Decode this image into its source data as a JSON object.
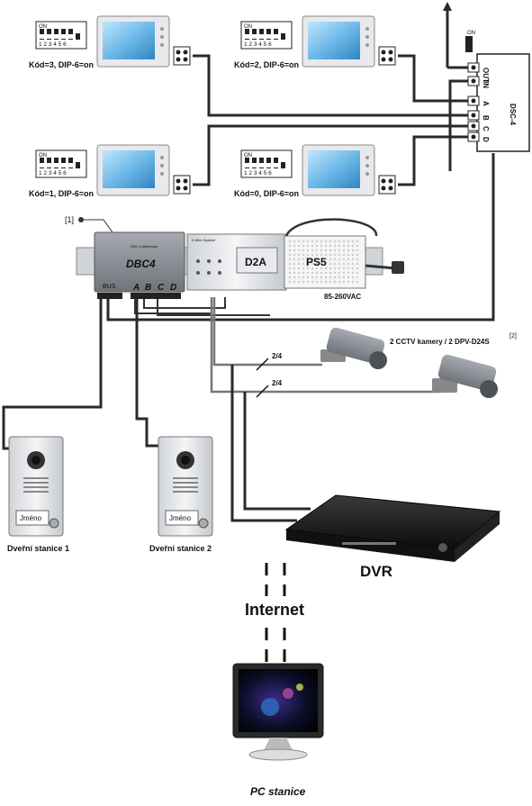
{
  "monitors": [
    {
      "id": "m3",
      "code_label": "Kód=3, DIP-6=on"
    },
    {
      "id": "m2",
      "code_label": "Kód=2, DIP-6=on"
    },
    {
      "id": "m1",
      "code_label": "Kód=1, DIP-6=on"
    },
    {
      "id": "m0",
      "code_label": "Kód=0, DIP-6=on"
    }
  ],
  "dip": {
    "on_label": "ON",
    "numbers": "1 2 3 4 5 6"
  },
  "switch_box": {
    "name": "DSC-4",
    "ports": [
      "OUT",
      "IN",
      "A",
      "B",
      "C",
      "D"
    ],
    "switch_label": "ON"
  },
  "ref1": "[1]",
  "ref2": "[2]",
  "dbc4": {
    "name": "DBC4",
    "subtitle": "DBC-4 distributor",
    "bus_label": "BUS",
    "ports": [
      "A",
      "B",
      "C",
      "D"
    ]
  },
  "d2a": {
    "name": "D2A",
    "header": "2-Wire System"
  },
  "ps5": {
    "name": "PS5",
    "voltage": "85-260VAC"
  },
  "cctv_label": "2 CCTV kamery / 2 DPV-D24S",
  "cable_label_1": "2/4",
  "cable_label_2": "2/4",
  "door_stations": [
    {
      "id": "ds1",
      "name_plate": "Jméno",
      "caption": "Dveřní stanice  1"
    },
    {
      "id": "ds2",
      "name_plate": "Jméno",
      "caption": "Dveřní stanice  2"
    }
  ],
  "dvr_label": "DVR",
  "internet_label": "Internet",
  "pc_label": "PC stanice"
}
